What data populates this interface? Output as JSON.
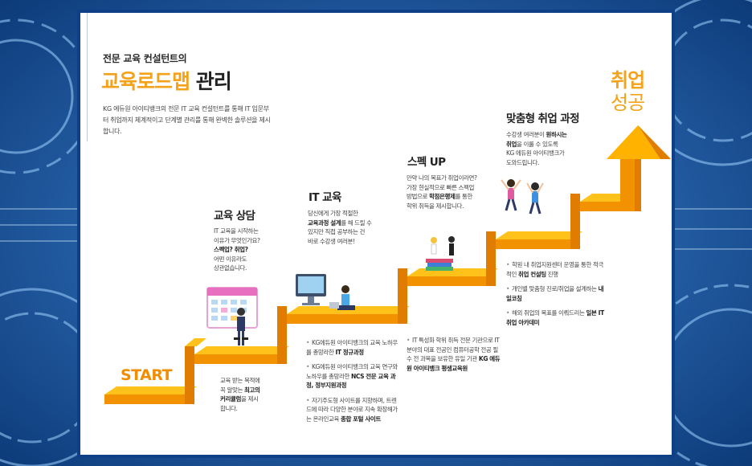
{
  "header": {
    "subtitle": "전문 교육 컨설턴트의",
    "title_accent": "교육로드맵",
    "title_rest": " 관리",
    "description": "KG 에듀원 아이티뱅크의 전문 IT 교육 컨설턴트를 통해 IT 입문부터 취업까지 체계적이고 단계별 관리를 통해 완벽한 솔루션을 제시합니다."
  },
  "start_label": "START",
  "goal": {
    "line1": "취업",
    "line2": "성공"
  },
  "steps": [
    {
      "title": "교육 상담",
      "desc_lines": [
        "IT 교육을 시작하는",
        "이유가 무엇인가요?"
      ],
      "desc_bold": "스펙업? 취업?",
      "desc_tail": [
        "어떤 이유라도",
        "상관없습니다."
      ],
      "bottom": [
        "교육 받는 목적에",
        "꼭 알맞는 "
      ],
      "bottom_bold": "최고의",
      "bottom_bold2": "커리큘럼",
      "bottom_tail": "을 제시",
      "bottom_end": "합니다."
    },
    {
      "title": "IT 교육",
      "desc_l1": "당신에게 가장 적절한",
      "desc_bold": "교육과정 설계",
      "desc_l2": "를 해 드릴 수",
      "desc_l3": "있지만 직접 공부하는 건",
      "desc_l4": "바로 수강생 여러분!",
      "bullets": [
        {
          "text": "KG에듀원 아이티뱅크의 교육 노하우를 총망라한",
          "bold": "IT 정규과정"
        },
        {
          "text": "KG에듀원 아이티뱅크의 교육 연구와 노하우를 총망라한",
          "bold": "NCS 전문 교육 과정, 정부지원과정"
        },
        {
          "text": "자기주도형 사이트를 지향하며, 트렌드에 따라 다양한 분야로 지속 확장해가는 온라인교육",
          "bold": "종합 포털 사이트"
        }
      ]
    },
    {
      "title": "스펙 UP",
      "desc_l1": "만약 나의 목표가 취업이라면?",
      "desc_l2": "가장 현실적으로 빠른 스펙업",
      "desc_l3a": "방법으로 ",
      "desc_bold": "학점은행제",
      "desc_l3b": "를 통한",
      "desc_l4": "학위 취득을 제시합니다.",
      "bullets": [
        {
          "text": "IT 특성화 학위 취득 전문 기관으로 IT분야의 대표 전공인 컴퓨터공학 전공 필수 전 과목을 보유한 유일 기관",
          "bold": "KG 에듀원 아이티뱅크 평생교육원"
        }
      ]
    },
    {
      "title": "맞춤형 취업 과정",
      "desc_l1": "수강생 여러분이 ",
      "desc_bold": "원하시는",
      "desc_bold2": "취업",
      "desc_l2": "을 이룰 수 있도록",
      "desc_l3": "KG 에듀원 아이티뱅크가",
      "desc_l4": "도와드립니다.",
      "bullets": [
        {
          "pre": "학원 내 취업지원센터 운영을 통한 적극적인 ",
          "bold": "취업 컨설팅",
          "post": " 진행"
        },
        {
          "pre": "개인별 맞춤형 진로/취업을 설계하는 ",
          "bold": "내일코칭",
          "post": ""
        },
        {
          "pre": "해외 취업의 목표를 이뤄드리는 ",
          "bold": "일본 IT 취업 아카데미",
          "post": ""
        }
      ]
    }
  ],
  "colors": {
    "accent": "#f5a21b",
    "stair_top": "#ffc21a",
    "stair_front": "#f39200",
    "frame": "#0f3f86",
    "background": "#1d5aa5"
  }
}
